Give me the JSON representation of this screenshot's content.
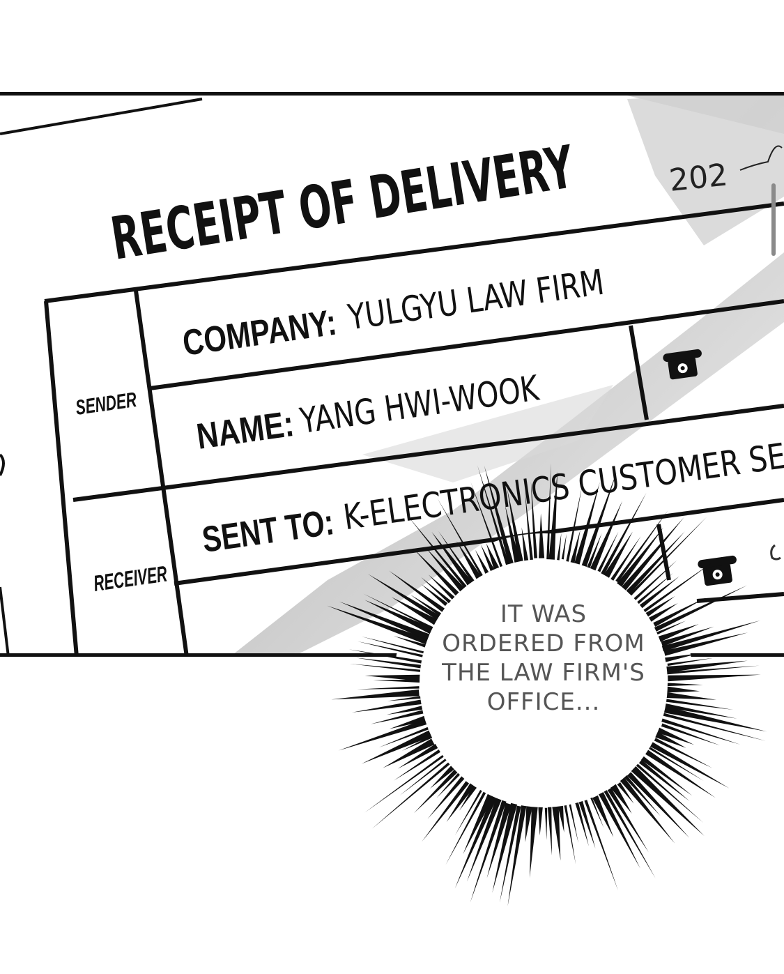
{
  "receipt": {
    "title": "RECEIPT OF DELIVERY",
    "date_fragment": "202",
    "sender_label": "SENDER",
    "receiver_label": "RECEIVER",
    "company_label": "COMPANY:",
    "company_value": "YULGYU LAW FIRM",
    "name_label": "NAME:",
    "name_value": "YANG HWI-WOOK",
    "sent_to_label": "SENT TO:",
    "sent_to_value": "K-ELECTRONICS CUSTOMER SE",
    "phone_icon": "phone-icon"
  },
  "bubble": {
    "lines": [
      "IT WAS",
      "ORDERED FROM",
      "THE LAW FIRM'S",
      "OFFICE..."
    ]
  },
  "colors": {
    "ink": "#111111",
    "paper": "#ffffff",
    "shadow": "#bdbdbd",
    "bubble_text": "#555555"
  }
}
